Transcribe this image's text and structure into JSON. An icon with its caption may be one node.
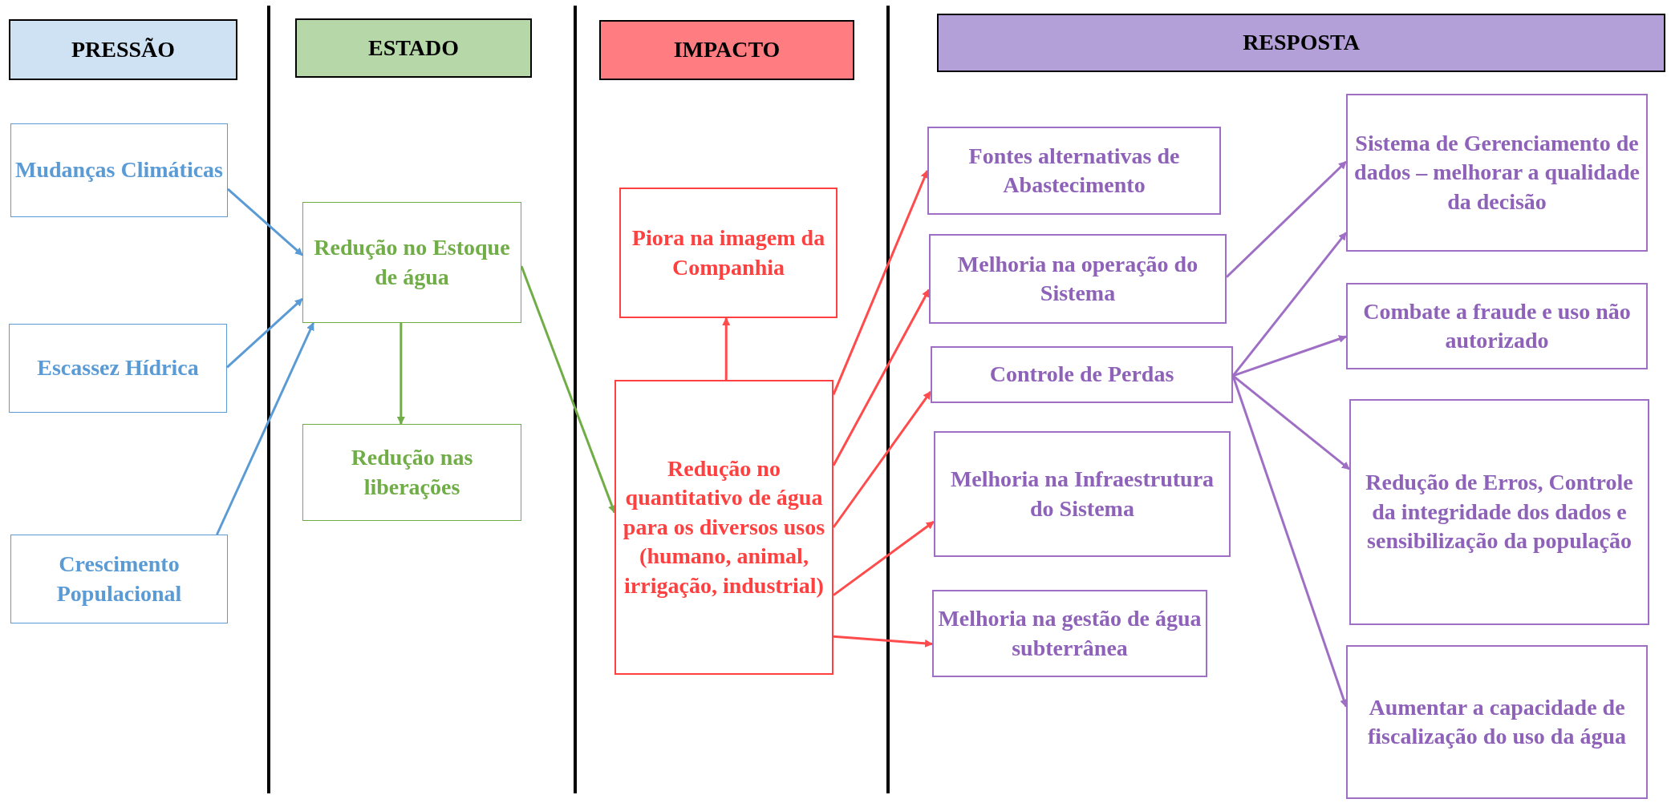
{
  "diagram": {
    "nodes": [
      {
        "text": [
          "PRESSÃO"
        ]
      },
      {
        "text": [
          "ESTADO"
        ]
      },
      {
        "text": [
          "IMPACTO"
        ]
      },
      {
        "text": [
          "RESPOSTA"
        ]
      },
      {
        "text": [
          "Mudanças Climáticas"
        ]
      },
      {
        "text": [
          "Escassez Hídrica"
        ]
      },
      {
        "text": [
          "Crescimento Populacional"
        ]
      },
      {
        "text": [
          "Redução no Estoque de água"
        ]
      },
      {
        "text": [
          "Redução nas liberações"
        ]
      },
      {
        "text": [
          "Piora na imagem da Companhia"
        ]
      },
      {
        "text": [
          "Redução no quantitativo de água para os diversos usos (humano, animal, irrigação, industrial)"
        ]
      },
      {
        "text": [
          "Fontes alternativas de Abastecimento"
        ]
      },
      {
        "text": [
          "Melhoria na operação do Sistema"
        ]
      },
      {
        "text": [
          "Controle de Perdas"
        ]
      },
      {
        "text": [
          "Melhoria na Infraestrutura do Sistema"
        ]
      },
      {
        "text": [
          "Melhoria na gestão de água subterrânea"
        ]
      },
      {
        "text": [
          "Sistema de Gerenciamento de dados – melhorar a qualidade da decisão"
        ]
      },
      {
        "text": [
          "Combate a fraude e uso não autorizado"
        ]
      },
      {
        "text": [
          "Redução de Erros, Controle da integridade dos dados e sensibilização da população"
        ]
      },
      {
        "text": [
          "Aumentar a capacidade de fiscalização do uso da água"
        ]
      }
    ],
    "edges": [
      {
        "from": 4,
        "to": 7,
        "arrow": "to",
        "color": "#5b9bd5"
      },
      {
        "from": 5,
        "to": 7,
        "arrow": "to",
        "color": "#5b9bd5"
      },
      {
        "from": 6,
        "to": 7,
        "arrow": "to",
        "color": "#5b9bd5"
      },
      {
        "from": 7,
        "to": 8,
        "arrow": "to",
        "color": "#70ad47"
      },
      {
        "from": 7,
        "to": 10,
        "arrow": "to",
        "color": "#70ad47"
      },
      {
        "from": 10,
        "to": 9,
        "arrow": "to"
      },
      {
        "from": 10,
        "to": 11,
        "arrow": "to"
      },
      {
        "from": 10,
        "to": 12,
        "arrow": "to"
      },
      {
        "from": 10,
        "to": 13,
        "arrow": "to"
      },
      {
        "from": 10,
        "to": 14,
        "arrow": "to"
      },
      {
        "from": 10,
        "to": 15,
        "arrow": "to"
      },
      {
        "from": 12,
        "to": 16,
        "arrow": "to",
        "color": "#9e6fc4"
      },
      {
        "from": 13,
        "to": 16,
        "arrow": "to",
        "color": "#9e6fc4"
      },
      {
        "from": 13,
        "to": 17,
        "arrow": "to",
        "color": "#9e6fc4"
      },
      {
        "from": 13,
        "to": 18,
        "arrow": "to",
        "color": "#9e6fc4"
      },
      {
        "from": 13,
        "to": 19,
        "arrow": "to",
        "color": "#9e6fc4"
      }
    ]
  }
}
